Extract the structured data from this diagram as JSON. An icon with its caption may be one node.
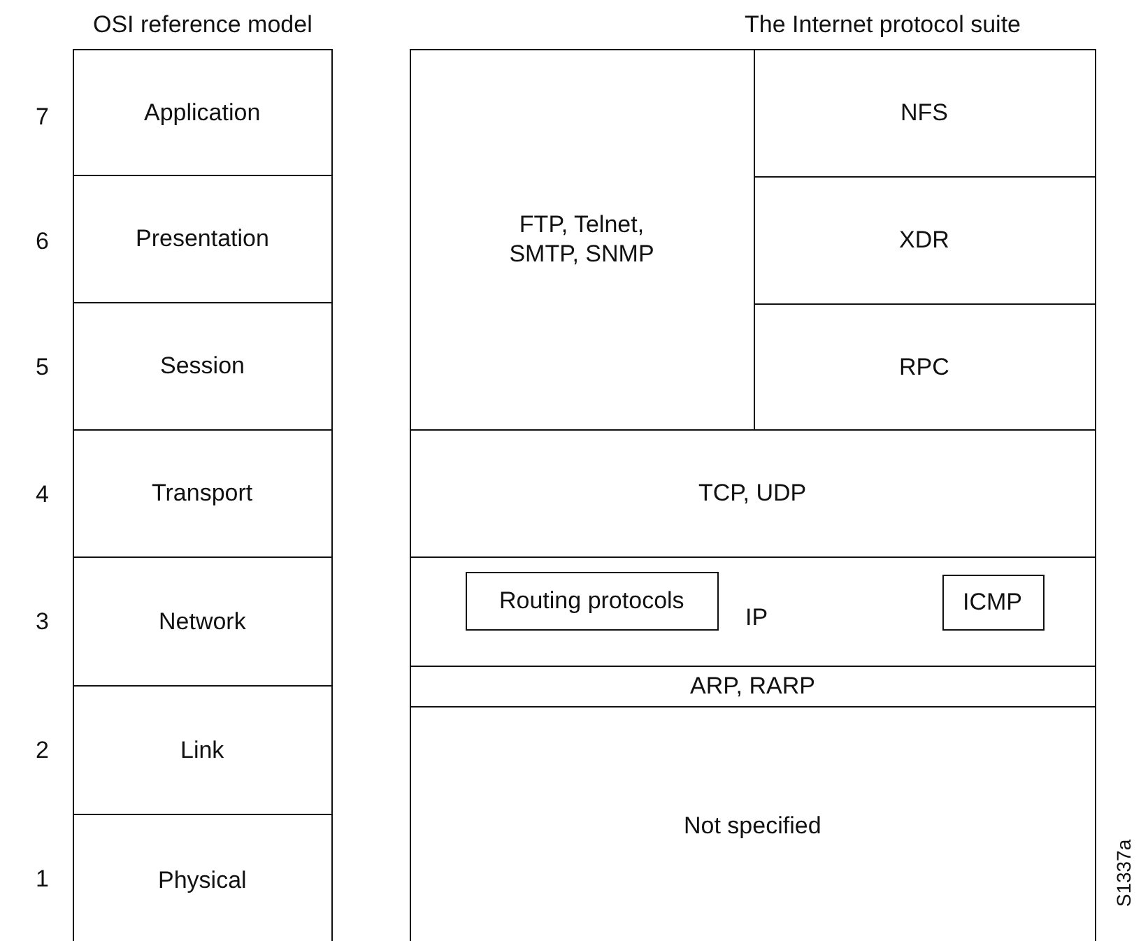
{
  "diagram": {
    "nodes": [
      {
        "text": [
          "Application"
        ]
      },
      {
        "text": [
          "Presentation"
        ]
      },
      {
        "text": [
          "Session"
        ]
      },
      {
        "text": [
          "Transport"
        ]
      },
      {
        "text": [
          "Network"
        ]
      },
      {
        "text": [
          "Link"
        ]
      },
      {
        "text": [
          "Physical"
        ]
      },
      {
        "text": [
          "FTP, Telnet, SMTP, SNMP"
        ]
      },
      {
        "text": [
          "NFS"
        ]
      },
      {
        "text": [
          "XDR"
        ]
      },
      {
        "text": [
          "RPC"
        ]
      },
      {
        "text": [
          "TCP, UDP"
        ]
      },
      {
        "text": [
          "IP"
        ]
      },
      {
        "text": [
          "Routing protocols"
        ],
        "in": 12
      },
      {
        "text": [
          "ICMP"
        ],
        "in": 12
      },
      {
        "text": [
          "ARP, RARP"
        ]
      },
      {
        "text": [
          "Not specified"
        ]
      }
    ],
    "labels": [
      "OSI reference model",
      "The Internet protocol suite",
      "7",
      "6",
      "5",
      "4",
      "3",
      "2",
      "1",
      "S1337a"
    ]
  }
}
